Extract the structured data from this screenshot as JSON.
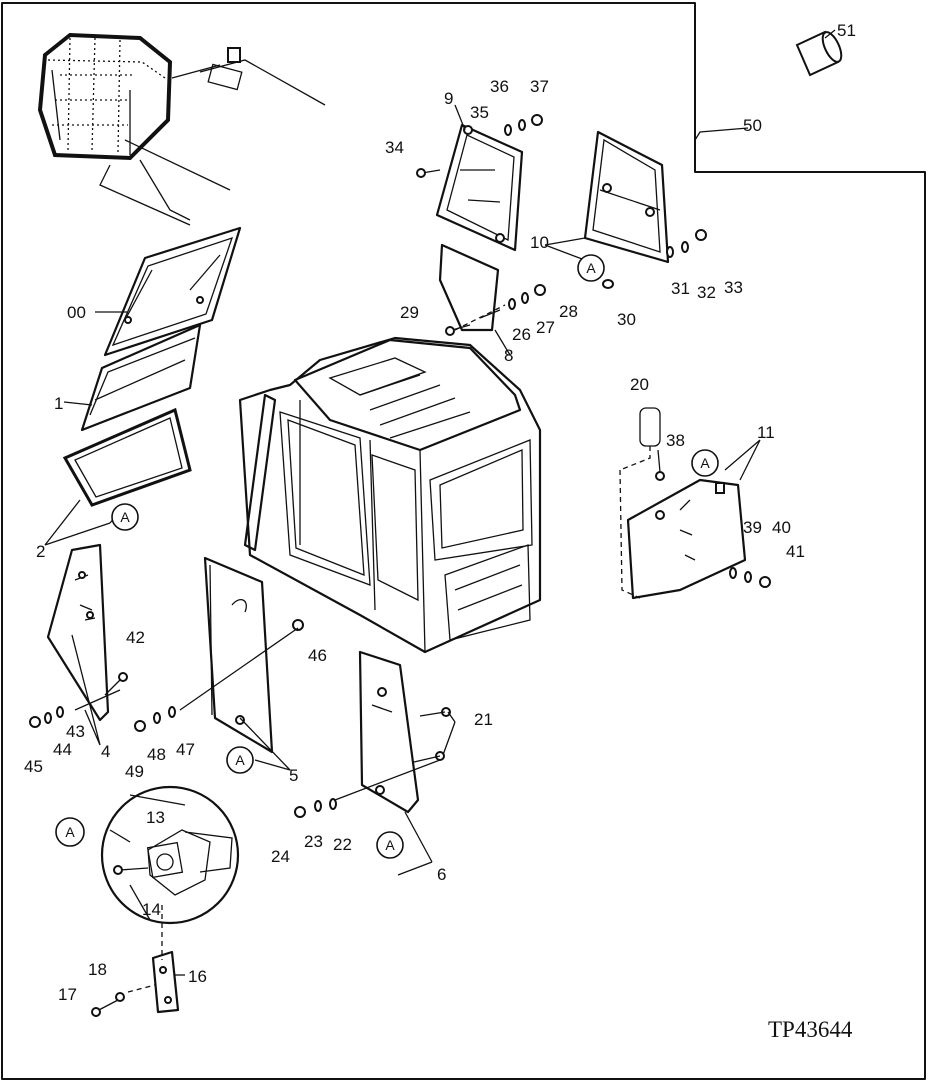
{
  "drawing_code": "TP43644",
  "callouts": [
    "A",
    "A",
    "A",
    "A",
    "A",
    "A",
    "A"
  ],
  "part_numbers": {
    "p00": "00",
    "p1": "1",
    "p2": "2",
    "p4": "4",
    "p5": "5",
    "p6": "6",
    "p8": "8",
    "p9": "9",
    "p10": "10",
    "p11": "11",
    "p13": "13",
    "p14": "14",
    "p16": "16",
    "p17": "17",
    "p18": "18",
    "p20": "20",
    "p21": "21",
    "p22": "22",
    "p23": "23",
    "p24": "24",
    "p26": "26",
    "p27": "27",
    "p28": "28",
    "p29": "29",
    "p30": "30",
    "p31": "31",
    "p32": "32",
    "p33": "33",
    "p34": "34",
    "p35": "35",
    "p36": "36",
    "p37": "37",
    "p38": "38",
    "p39": "39",
    "p40": "40",
    "p41": "41",
    "p42": "42",
    "p43": "43",
    "p44": "44",
    "p45": "45",
    "p46": "46",
    "p47": "47",
    "p48": "48",
    "p49": "49",
    "p50": "50",
    "p51": "51"
  }
}
